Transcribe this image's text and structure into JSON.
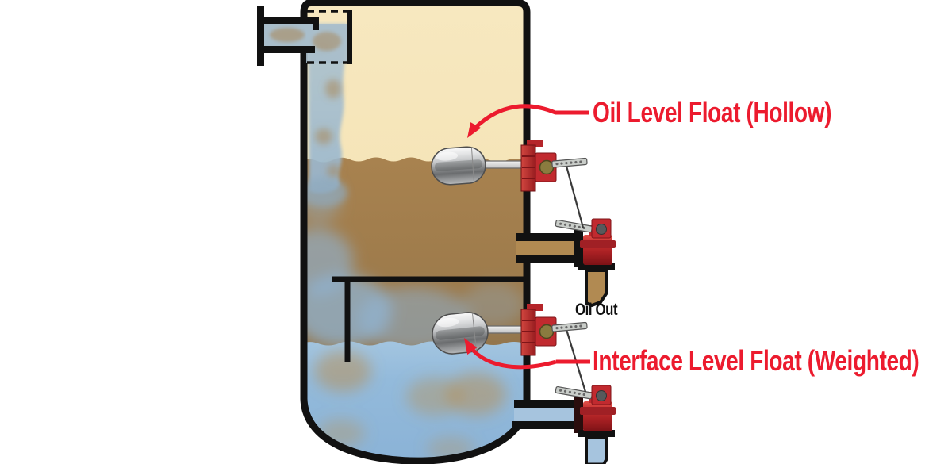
{
  "diagram": {
    "labels": {
      "oil_level_float": "Oil Level Float (Hollow)",
      "interface_level_float": "Interface Level Float (Weighted)",
      "oil_out": "Oil Out"
    },
    "colors": {
      "label_red": "#EC1B2E",
      "arrow_red": "#EC1B2E",
      "outline_black": "#111111",
      "oil_tan": "#F5E3B4",
      "emulsion_brown": "#A5804E",
      "water_blue": "#91B8DA",
      "valve_red": "#B5252A",
      "float_metal_gray": "#A7A9AB",
      "background_white": "#FFFFFF"
    }
  }
}
